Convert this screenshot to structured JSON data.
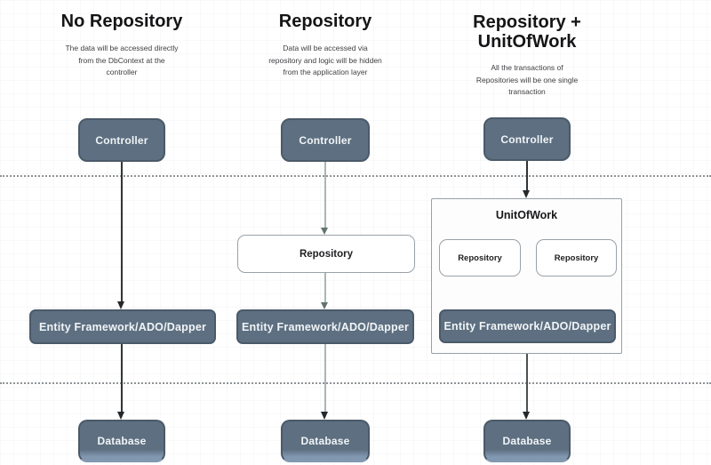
{
  "diagram": {
    "columns": [
      {
        "title": "No Repository",
        "desc_lines": [
          "The data will be accessed directly",
          "from the DbContext at the",
          "controller"
        ],
        "controller": "Controller",
        "ef": "Entity Framework/ADO/Dapper",
        "database": "Database"
      },
      {
        "title": "Repository",
        "desc_lines": [
          "Data will be accessed via",
          "repository and logic will be hidden",
          "from the application layer"
        ],
        "controller": "Controller",
        "repository": "Repository",
        "ef": "Entity Framework/ADO/Dapper",
        "database": "Database"
      },
      {
        "title": "Repository + UnitOfWork",
        "desc_lines": [
          "All the transactions of",
          "Repositories will be one single",
          "transaction"
        ],
        "controller": "Controller",
        "unitofwork_label": "UnitOfWork",
        "repository_1": "Repository",
        "repository_2": "Repository",
        "ef": "Entity Framework/ADO/Dapper",
        "database": "Database"
      }
    ],
    "colors": {
      "node_fill": "#5d6f81",
      "node_border": "#4b5a69",
      "node_text": "#f1f4f6",
      "light_box_border": "#99a1a8",
      "arrow_dark": "#313437",
      "arrow_light": "#a6b7b3",
      "divider": "#8f9396",
      "database_bottom_accent": "#8298b0"
    }
  }
}
